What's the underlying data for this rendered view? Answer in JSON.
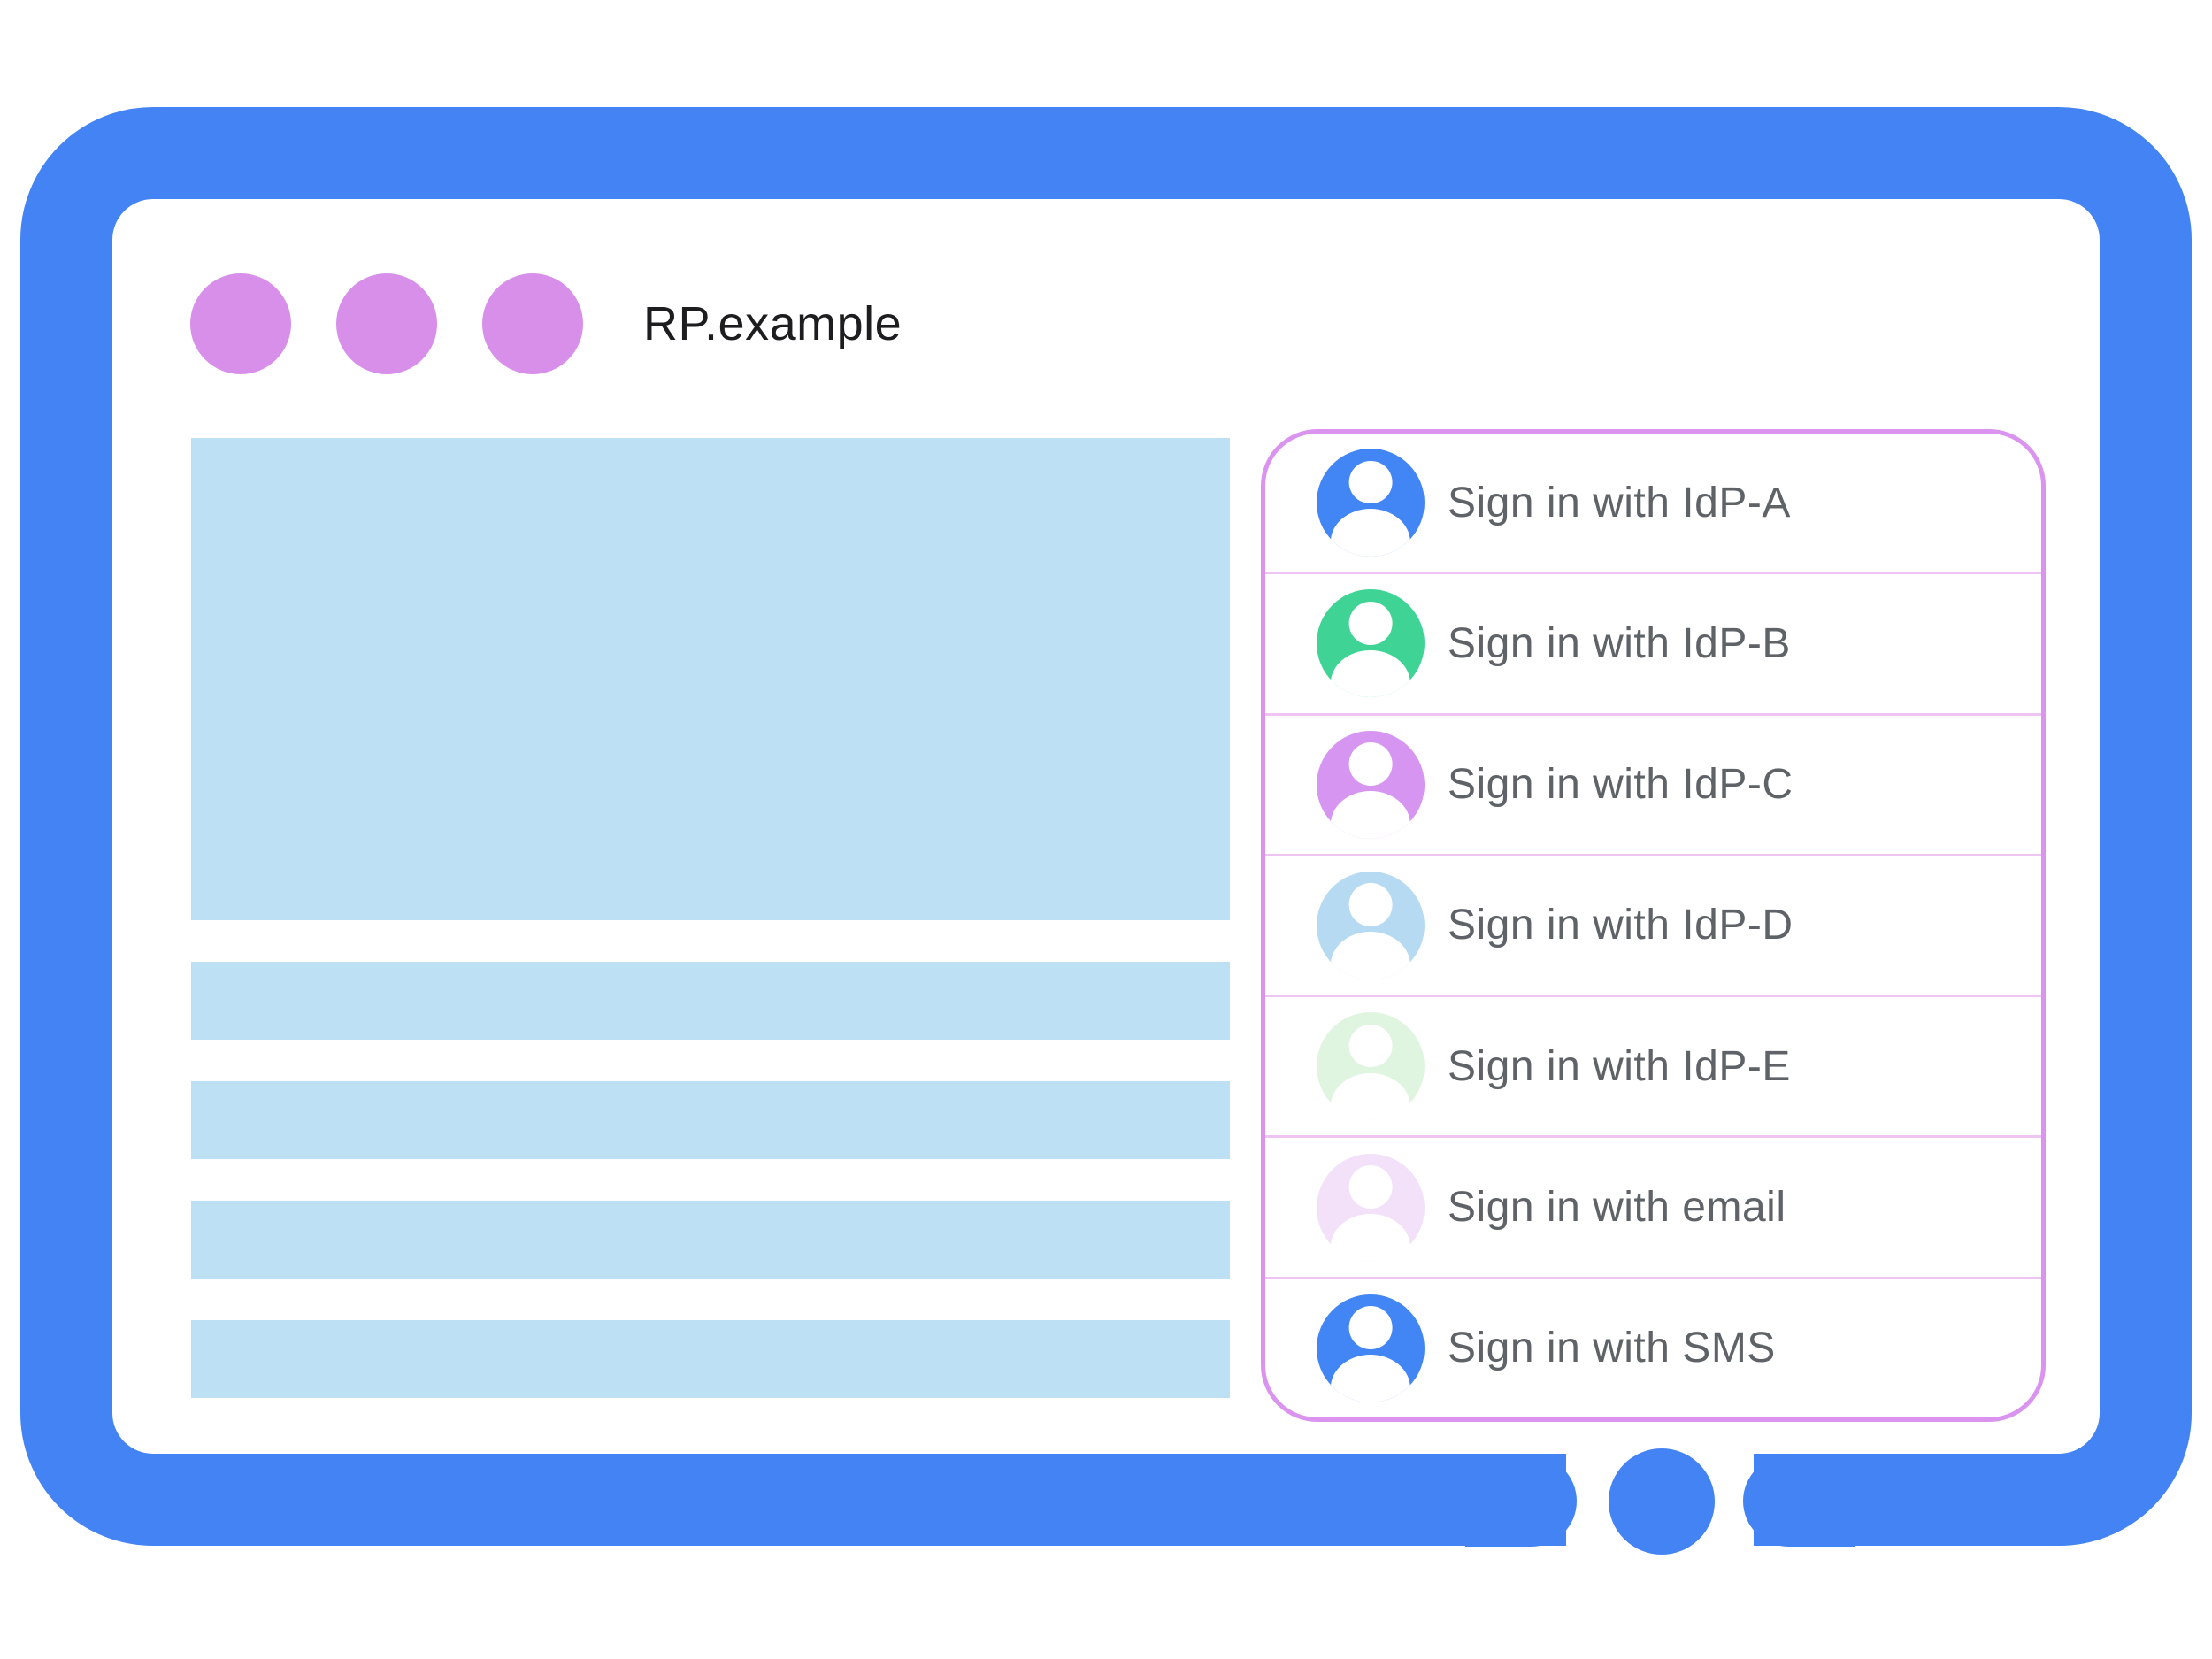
{
  "window": {
    "title": "RP.example",
    "controls_count": 3
  },
  "content": {
    "hero_placeholder": "content-placeholder",
    "bar_placeholders": 4
  },
  "signin_panel": {
    "options": [
      {
        "label": "Sign in with IdP-A",
        "avatar_color": "#4285F4"
      },
      {
        "label": "Sign in with IdP-B",
        "avatar_color": "#3FD495"
      },
      {
        "label": "Sign in with IdP-C",
        "avatar_color": "#D795F2"
      },
      {
        "label": "Sign in with IdP-D",
        "avatar_color": "#B7DAF3"
      },
      {
        "label": "Sign in with IdP-E",
        "avatar_color": "#DFF5E0"
      },
      {
        "label": "Sign in with email",
        "avatar_color": "#F2E1F9"
      },
      {
        "label": "Sign in with SMS",
        "avatar_color": "#4285F4"
      }
    ]
  },
  "colors": {
    "frame_blue": "#4483F4",
    "window_dot_purple": "#D88FEA",
    "placeholder_blue": "#BEE0F4",
    "panel_border_purple": "#DA93EF",
    "panel_divider_pink": "#EDC4F2",
    "label_gray": "#5F6368",
    "title_black": "#1d1d1f"
  }
}
